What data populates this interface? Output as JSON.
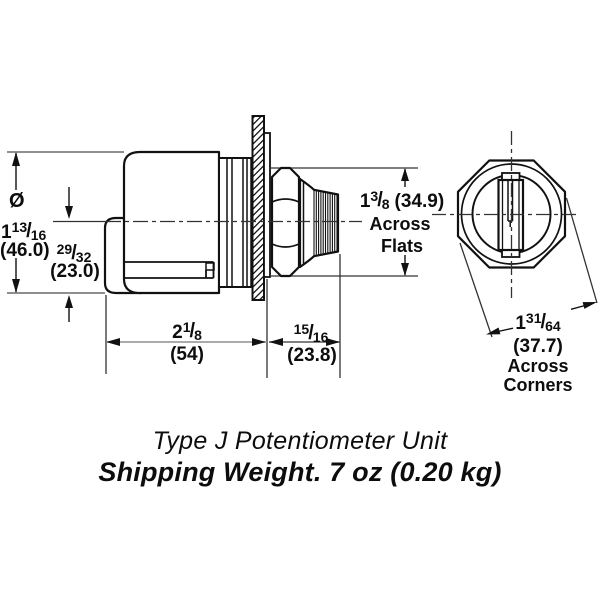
{
  "drawing": {
    "side_view": {
      "diameter": {
        "prefix": "Ø",
        "whole": "1",
        "num": "13",
        "den": "16",
        "metric": "(46.0)"
      },
      "center_height": {
        "num": "29",
        "den": "32",
        "metric": "(23.0)"
      },
      "body_length": {
        "whole": "2",
        "num": "1",
        "den": "8",
        "metric": "(54)"
      },
      "bushing_length": {
        "num": "15",
        "den": "16",
        "metric": "(23.8)"
      },
      "across_flats": {
        "whole": "1",
        "num": "3",
        "den": "8",
        "metric": "(34.9)",
        "word1": "Across",
        "word2": "Flats"
      }
    },
    "front_view": {
      "across_corners": {
        "whole": "1",
        "num": "31",
        "den": "64",
        "metric": "(37.7)",
        "word1": "Across",
        "word2": "Corners"
      }
    },
    "caption": {
      "title": "Type J Potentiometer Unit",
      "weight": "Shipping Weight. 7 oz (0.20 kg)"
    }
  }
}
